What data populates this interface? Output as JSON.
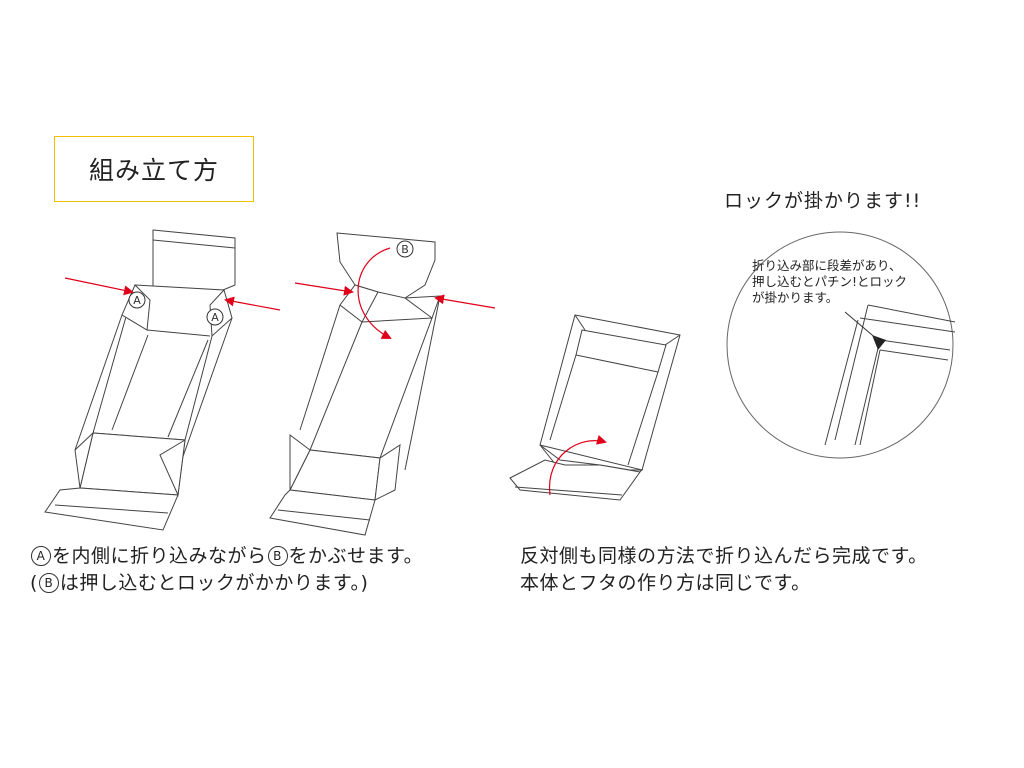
{
  "title": "組み立て方",
  "lock_title": "ロックが掛かります!!",
  "markers": {
    "a": "A",
    "b": "B"
  },
  "zoom_note": [
    "折り込み部に段差があり、",
    "押し込むとパチン!とロック",
    "が掛かります。"
  ],
  "caption_left": {
    "line1_part1": "を内側に折り込みながら",
    "line1_part2": "をかぶせます。",
    "line2_open": "(",
    "line2_rest": "は押し込むとロックがかかります。)"
  },
  "caption_right": {
    "line1": "反対側も同様の方法で折り込んだら完成です。",
    "line2": "本体とフタの作り方は同じです。"
  },
  "colors": {
    "accent_arrow": "#e0001a",
    "title_border": "#f0c000",
    "line": "#444444"
  }
}
